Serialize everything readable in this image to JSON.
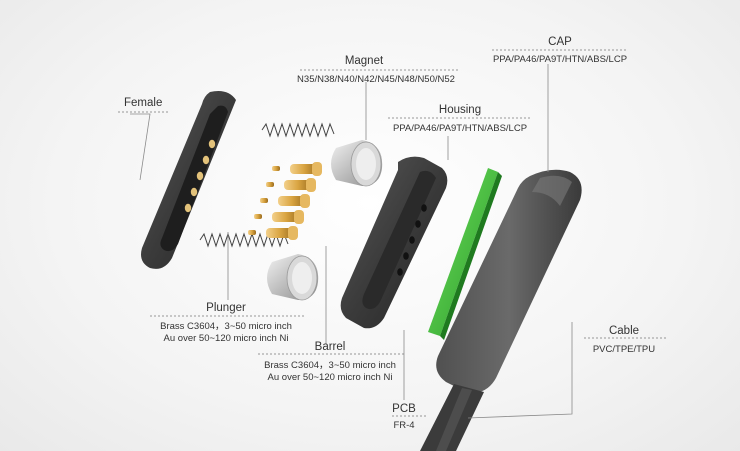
{
  "labels": {
    "female": {
      "title": "Female"
    },
    "magnet": {
      "title": "Magnet",
      "spec": "N35/N38/N40/N42/N45/N48/N50/N52"
    },
    "housing": {
      "title": "Housing",
      "spec": "PPA/PA46/PA9T/HTN/ABS/LCP"
    },
    "cap": {
      "title": "CAP",
      "spec": "PPA/PA46/PA9T/HTN/ABS/LCP"
    },
    "plunger": {
      "title": "Plunger",
      "spec_line1": "Brass C3604，3~50 micro inch",
      "spec_line2": "Au over 50~120 micro inch Ni"
    },
    "barrel": {
      "title": "Barrel",
      "spec_line1": "Brass C3604，3~50 micro inch",
      "spec_line2": "Au over 50~120 micro inch Ni"
    },
    "cable": {
      "title": "Cable",
      "spec": "PVC/TPE/TPU"
    },
    "pcb": {
      "title": "PCB",
      "spec": "FR-4"
    }
  },
  "colors": {
    "housing_dark": "#3a3a3a",
    "pcb_green": "#3fbf3a",
    "pin_gold": "#d9a441",
    "magnet_silver": "#c9c9c9",
    "leader_line": "#8a8a8a"
  }
}
